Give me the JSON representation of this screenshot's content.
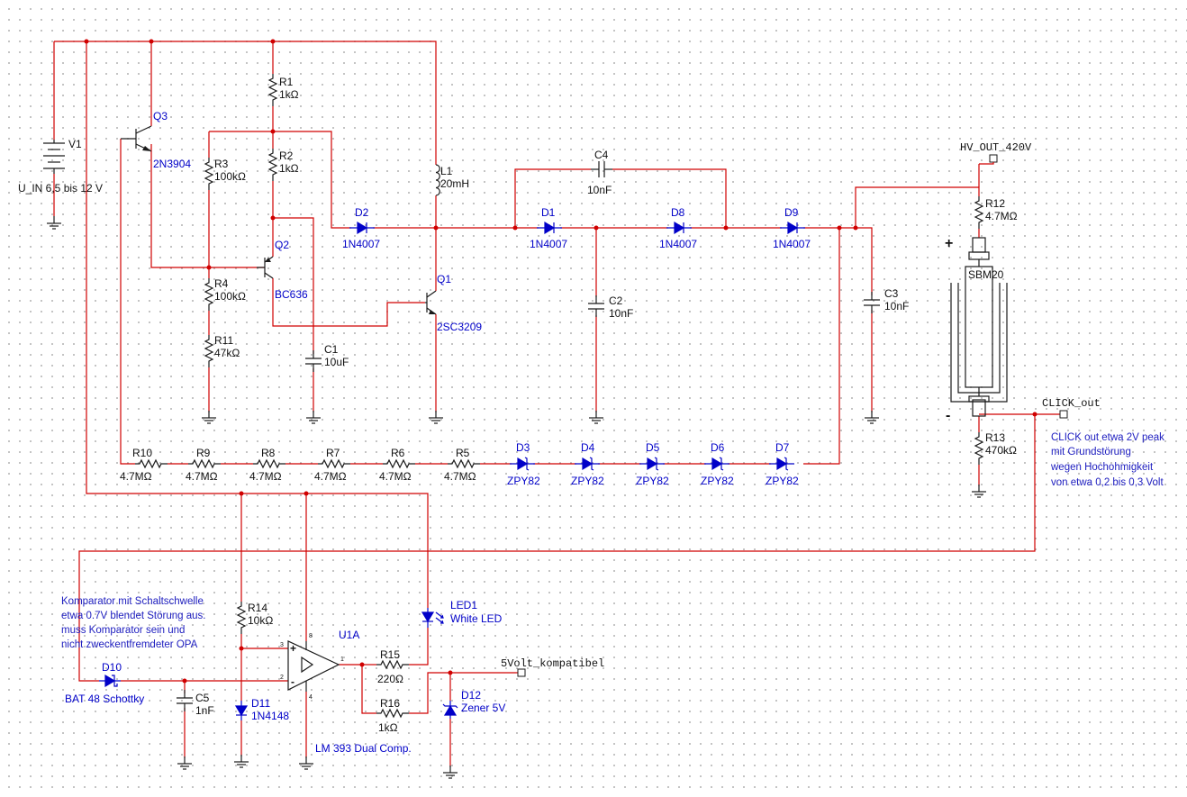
{
  "components": {
    "V1": {
      "ref": "V1",
      "value": "U_IN 6,5 bis 12 V"
    },
    "Q3": {
      "ref": "Q3",
      "value": "2N3904"
    },
    "Q2": {
      "ref": "Q2",
      "value": "BC636"
    },
    "Q1": {
      "ref": "Q1",
      "value": "2SC3209"
    },
    "R1": {
      "ref": "R1",
      "value": "1kΩ"
    },
    "R2": {
      "ref": "R2",
      "value": "1kΩ"
    },
    "R3": {
      "ref": "R3",
      "value": "100kΩ"
    },
    "R4": {
      "ref": "R4",
      "value": "100kΩ"
    },
    "R11": {
      "ref": "R11",
      "value": "47kΩ"
    },
    "C1": {
      "ref": "C1",
      "value": "10uF"
    },
    "L1": {
      "ref": "L1",
      "value": "20mH"
    },
    "D2": {
      "ref": "D2",
      "value": "1N4007"
    },
    "D1": {
      "ref": "D1",
      "value": "1N4007"
    },
    "D8": {
      "ref": "D8",
      "value": "1N4007"
    },
    "D9": {
      "ref": "D9",
      "value": "1N4007"
    },
    "C4": {
      "ref": "C4",
      "value": "10nF"
    },
    "C2": {
      "ref": "C2",
      "value": "10nF"
    },
    "C3": {
      "ref": "C3",
      "value": "10nF"
    },
    "R12": {
      "ref": "R12",
      "value": "4.7MΩ"
    },
    "R13": {
      "ref": "R13",
      "value": "470kΩ"
    },
    "TUBE": {
      "ref": "SBM20"
    },
    "R10": {
      "ref": "R10",
      "value": "4.7MΩ"
    },
    "R9": {
      "ref": "R9",
      "value": "4.7MΩ"
    },
    "R8": {
      "ref": "R8",
      "value": "4.7MΩ"
    },
    "R7": {
      "ref": "R7",
      "value": "4.7MΩ"
    },
    "R6": {
      "ref": "R6",
      "value": "4.7MΩ"
    },
    "R5": {
      "ref": "R5",
      "value": "4.7MΩ"
    },
    "D3": {
      "ref": "D3",
      "value": "ZPY82"
    },
    "D4": {
      "ref": "D4",
      "value": "ZPY82"
    },
    "D5": {
      "ref": "D5",
      "value": "ZPY82"
    },
    "D6": {
      "ref": "D6",
      "value": "ZPY82"
    },
    "D7": {
      "ref": "D7",
      "value": "ZPY82"
    },
    "R14": {
      "ref": "R14",
      "value": "10kΩ"
    },
    "R15": {
      "ref": "R15",
      "value": "220Ω"
    },
    "R16": {
      "ref": "R16",
      "value": "1kΩ"
    },
    "C5": {
      "ref": "C5",
      "value": "1nF"
    },
    "D10": {
      "ref": "D10",
      "value": "BAT 48 Schottky"
    },
    "D11": {
      "ref": "D11",
      "value": "1N4148"
    },
    "D12": {
      "ref": "D12",
      "value": "Zener 5V"
    },
    "LED1": {
      "ref": "LED1",
      "value": "White LED"
    },
    "U1A": {
      "ref": "U1A",
      "value": "LM 393 Dual Comp."
    }
  },
  "nets": {
    "hv_out": "HV_OUT_420V",
    "click_out": "CLICK_out",
    "five_volt": "5Volt_kompatibel"
  },
  "pins": {
    "plus": "+",
    "minus": "-"
  },
  "opamp_pins": {
    "p3": "3",
    "p2": "2",
    "p8": "8",
    "p4": "4",
    "p1": "1"
  },
  "notes": {
    "click": [
      "CLICK out etwa 2V peak",
      "mit Grundstörung",
      "wegen Hochohmigkeit",
      "von etwa 0,2 bis 0,3 Volt"
    ],
    "comparator": [
      "Komparator mit Schaltschwelle",
      "etwa 0.7V blendet Störung aus.",
      "muss Komparator sein und",
      "nicht zweckentfremdeter OPA"
    ]
  },
  "colors": {
    "wire": "#d00000",
    "component": "#1a1a1a",
    "semiconductor": "#0000c8",
    "label_blue": "#0000c8"
  }
}
